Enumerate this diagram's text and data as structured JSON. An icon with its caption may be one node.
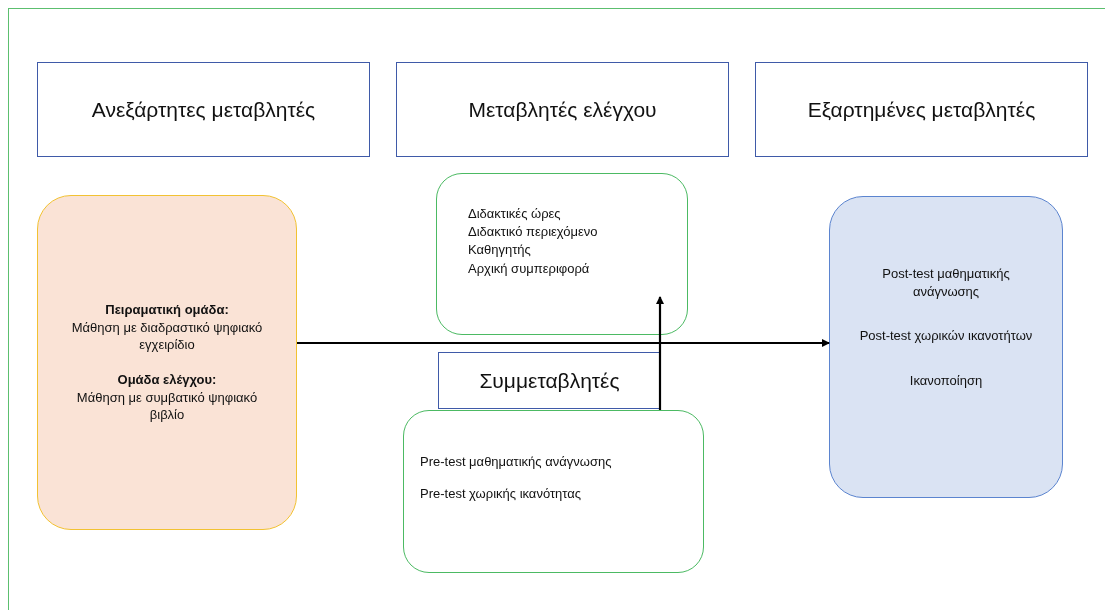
{
  "diagram": {
    "nodes": [
      {
        "text": [
          "Ανεξάρτητες μεταβλητές"
        ]
      },
      {
        "text": [
          "Μεταβλητές ελέγχου"
        ]
      },
      {
        "text": [
          "Εξαρτημένες μεταβλητές"
        ]
      },
      {
        "text": [
          "Πειραματική ομάδα:",
          "Μάθηση με διαδραστικό ψηφιακό εγχειρίδιο",
          "Ομάδα ελέγχου:",
          "Μάθηση με συμβατικό ψηφιακό βιβλίο"
        ]
      },
      {
        "text": [
          "Διδακτικές ώρες",
          "Διδακτικό περιεχόμενο",
          "Καθηγητής",
          "Αρχική συμπεριφορά"
        ]
      },
      {
        "text": [
          "Συμμεταβλητές"
        ]
      },
      {
        "text": [
          "Pre-test μαθηματικής ανάγνωσης",
          "Pre-test χωρικής ικανότητας"
        ]
      },
      {
        "text": [
          "Post-test μαθηματικής ανάγνωσης",
          "Post-test χωρικών ικανοτήτων",
          "Ικανοποίηση"
        ]
      }
    ],
    "edges": [
      {
        "from": 3,
        "to": 7,
        "arrow": "to"
      },
      {
        "from": 6,
        "to": 4,
        "arrow": "to"
      }
    ]
  }
}
